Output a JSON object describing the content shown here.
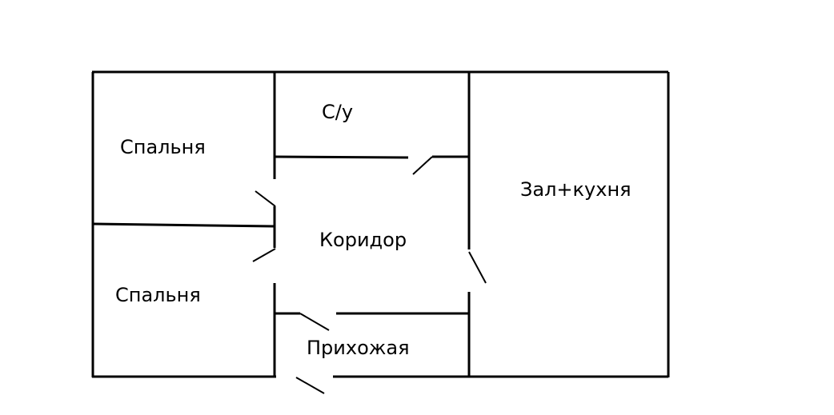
{
  "rooms": {
    "bedroom_top": "Спальня",
    "bedroom_bottom": "Спальня",
    "bathroom": "С/у",
    "corridor": "Коридор",
    "living_kitchen": "Зал+кухня",
    "hallway": "Прихожая"
  },
  "colors": {
    "background": "#ffffff",
    "lines": "#000000"
  }
}
